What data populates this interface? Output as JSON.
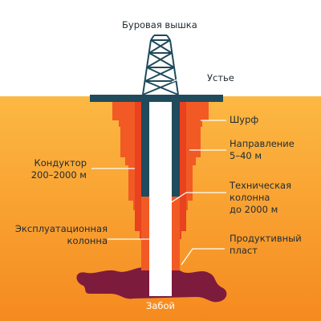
{
  "labels": {
    "derrick": "Буровая вышка",
    "wellhead": "Устье",
    "pit": "Шурф",
    "direction": "Направление\n5–40 м",
    "conductor": "Кондуктор\n200–2000 м",
    "technical_column": "Техническая\nколонна\nдо 2000 м",
    "production_column": "Эксплуатационная\nколонна",
    "productive_layer": "Продуктивный\nпласт",
    "bottomhole": "Забой"
  },
  "colors": {
    "sky": "#ffffff",
    "ground_top": "#fbb03b",
    "ground_bottom": "#f68b1f",
    "casing_red": "#f15a24",
    "casing_dark_red": "#d9321a",
    "steel_dark": "#1f4b5c",
    "pipe_white": "#ffffff",
    "reservoir": "#7d1b3d",
    "text": "#1f2a33"
  }
}
